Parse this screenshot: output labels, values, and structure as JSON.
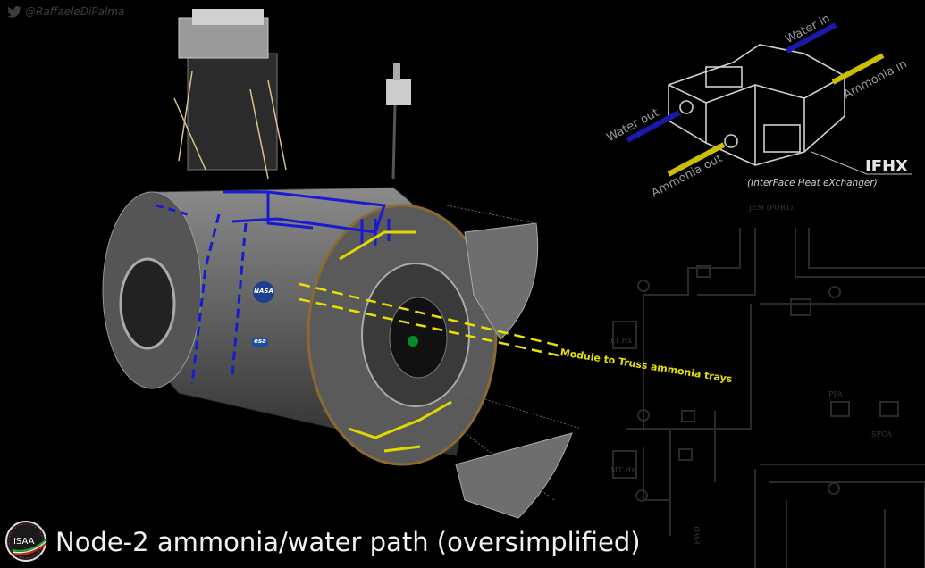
{
  "credit": {
    "icon": "twitter-bird-icon",
    "handle": "@RaffaeleDiPalma"
  },
  "title": "Node-2 ammonia/water path (oversimplified)",
  "logo": {
    "text": "ISAA"
  },
  "ifhx": {
    "name": "IFHX",
    "subtitle": "(InterFace Heat eXchanger)",
    "labels": {
      "water_in": "Water in",
      "ammonia_in": "Ammonia in",
      "water_out": "Water out",
      "ammonia_out": "Ammonia out"
    }
  },
  "annotation": "Module to Truss ammonia trays",
  "schematic_labels": [
    "JEM (PORT)",
    "LT Hx",
    "MT Hx",
    "PPA",
    "SFCA",
    "FWD"
  ],
  "colors": {
    "water": "#1a1aa8",
    "ammonia": "#c8c000",
    "annotation": "#e8e000",
    "module": "#6a6a6a"
  },
  "module_markings": [
    "NASA",
    "esa"
  ]
}
